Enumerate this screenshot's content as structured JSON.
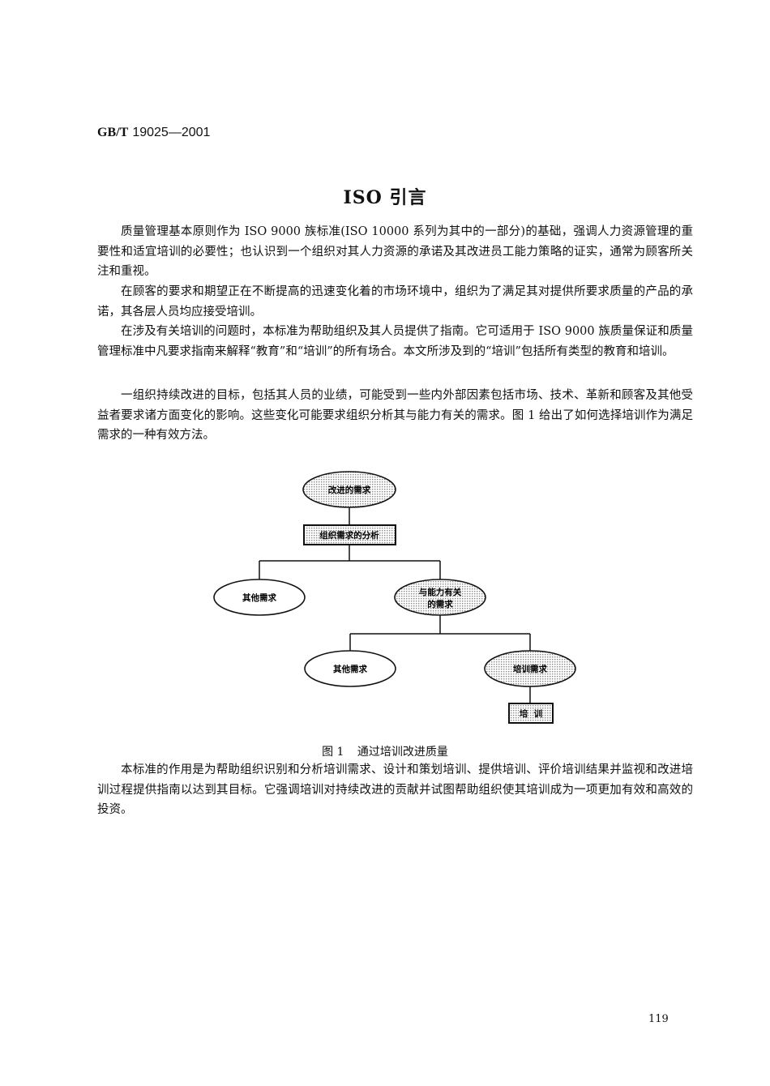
{
  "header": {
    "standard_prefix": "GB/T",
    "standard_number": "19025—2001"
  },
  "title": "ISO 引言",
  "paragraphs": [
    "质量管理基本原则作为 ISO 9000 族标准(ISO 10000 系列为其中的一部分)的基础，强调人力资源管理的重要性和适宜培训的必要性；也认识到一个组织对其人力资源的承诺及其改进员工能力策略的证实，通常为顾客所关注和重视。",
    "在顾客的要求和期望正在不断提高的迅速变化着的市场环境中，组织为了满足其对提供所要求质量的产品的承诺，其各层人员均应接受培训。",
    "在涉及有关培训的问题时，本标准为帮助组织及其人员提供了指南。它可适用于 ISO 9000 族质量保证和质量管理标准中凡要求指南来解释“教育”和“培训”的所有场合。本文所涉及到的“培训”包括所有类型的教育和培训。",
    "一组织持续改进的目标，包括其人员的业绩，可能受到一些内外部因素包括市场、技术、革新和顾客及其他受益者要求诸方面变化的影响。这些变化可能要求组织分析其与能力有关的需求。图 1 给出了如何选择培训作为满足需求的一种有效方法。",
    "本标准的作用是为帮助组织识别和分析培训需求、设计和策划培训、提供培训、评价培训结果并监视和改进培训过程提供指南以达到其目标。它强调培训对持续改进的贡献并试图帮助组织使其培训成为一项更加有效和高效的投资。"
  ],
  "figure": {
    "nodes": {
      "improvement_need": "改进的需求",
      "org_needs_analysis": "组织需求的分析",
      "other_needs_1": "其他需求",
      "competence_needs_line1": "与能力有关",
      "competence_needs_line2": "的需求",
      "other_needs_2": "其他需求",
      "training_needs": "培训需求",
      "training": "培  训"
    },
    "caption_label": "图 1",
    "caption_text": "通过培训改进质量"
  },
  "page_number": "119"
}
